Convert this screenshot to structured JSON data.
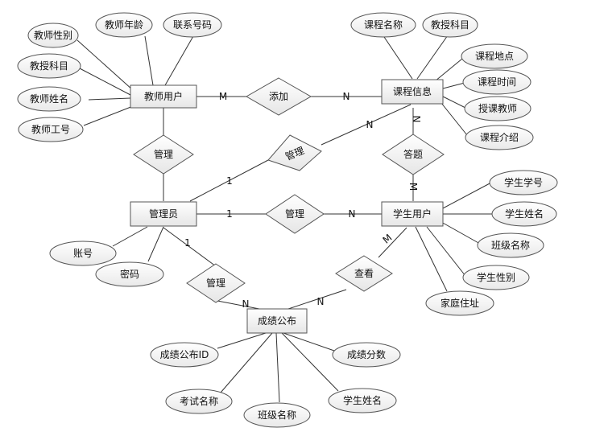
{
  "entities": {
    "teacher": "教师用户",
    "course": "课程信息",
    "admin": "管理员",
    "student": "学生用户",
    "grades": "成绩公布"
  },
  "relations": {
    "add": "添加",
    "manage_teacher": "管理",
    "manage_course": "管理",
    "answer": "答题",
    "manage_student": "管理",
    "manage_grades": "管理",
    "view": "查看"
  },
  "attributes": {
    "teacher_gender": "教师性别",
    "teacher_age": "教师年龄",
    "teacher_phone": "联系号码",
    "teacher_subject": "教授科目",
    "teacher_name": "教师姓名",
    "teacher_id": "教师工号",
    "course_name": "课程名称",
    "course_subject": "教授科目",
    "course_location": "课程地点",
    "course_time": "课程时间",
    "course_teacher": "授课教师",
    "course_intro": "课程介绍",
    "student_id": "学生学号",
    "student_name": "学生姓名",
    "student_class": "班级名称",
    "student_gender": "学生性别",
    "student_address": "家庭住址",
    "admin_account": "账号",
    "admin_password": "密码",
    "grades_id": "成绩公布ID",
    "grades_score": "成绩分数",
    "grades_exam": "考试名称",
    "grades_class": "班级名称",
    "grades_student": "学生姓名"
  },
  "cardinalities": {
    "teacher_add": "M",
    "add_course": "N",
    "admin_course": "1",
    "course_admin": "N",
    "course_answer": "N",
    "answer_student": "M",
    "admin_student": "1",
    "student_admin": "N",
    "admin_grades": "1",
    "grades_admin": "N",
    "grades_student": "N",
    "student_grades": "M"
  }
}
